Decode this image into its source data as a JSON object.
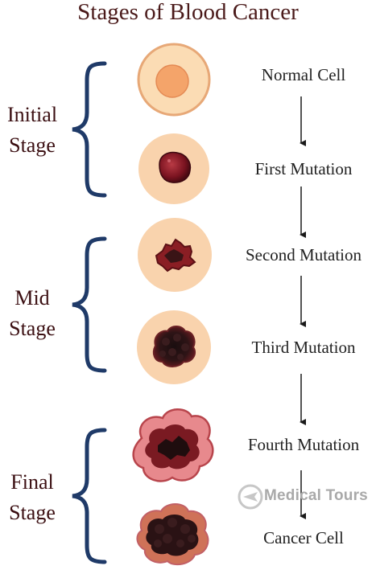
{
  "title": "Stages of Blood Cancer",
  "stages": [
    {
      "line1": "Initial",
      "line2": "Stage"
    },
    {
      "line1": "Mid",
      "line2": "Stage"
    },
    {
      "line1": "Final",
      "line2": "Stage"
    }
  ],
  "steps": [
    {
      "label": "Normal Cell"
    },
    {
      "label": "First Mutation"
    },
    {
      "label": "Second Mutation"
    },
    {
      "label": "Third Mutation"
    },
    {
      "label": "Fourth Mutation"
    },
    {
      "label": "Cancer Cell"
    }
  ],
  "watermark": "Medical Tours",
  "colors": {
    "title": "#4a1a1a",
    "stage_label": "#3b0f12",
    "bracket": "#1f3a68",
    "cell_outer": "#f7d1a8",
    "cell_nucleus": "#f2a05e",
    "mutation_dark": "#2a1214",
    "mutation_red": "#8b1a24"
  }
}
